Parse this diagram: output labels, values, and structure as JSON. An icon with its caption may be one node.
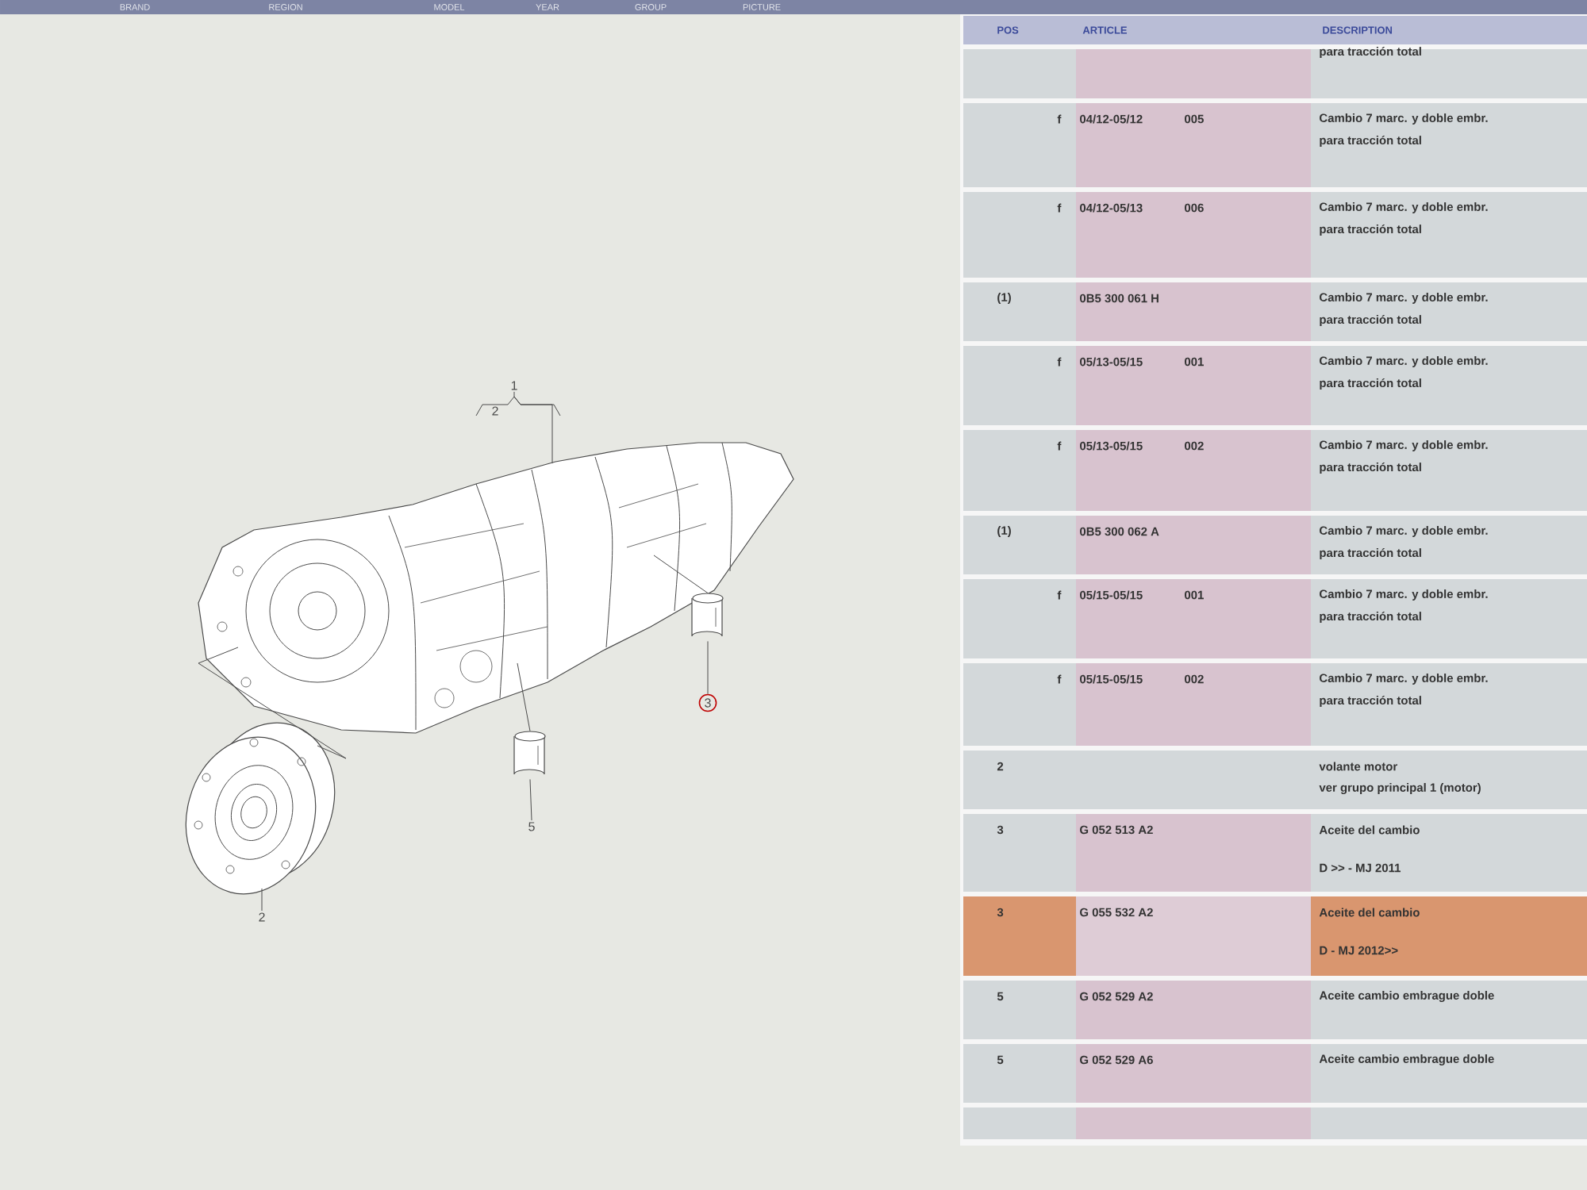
{
  "diagram": {
    "nodes": [
      {
        "text": [],
        "shape": "picture"
      },
      {
        "text": [],
        "shape": "picture"
      },
      {
        "text": [],
        "shape": "cylinder"
      },
      {
        "text": [],
        "shape": "cylinder"
      },
      {
        "text": [
          "1"
        ]
      },
      {
        "text": [
          "3"
        ]
      },
      {
        "text": [
          "5"
        ]
      },
      {
        "text": [
          "2"
        ]
      }
    ],
    "edges": [
      {
        "from": 4,
        "to": 0,
        "arrow": "none"
      },
      {
        "from": 5,
        "to": 2,
        "arrow": "none"
      },
      {
        "from": 2,
        "to": 0,
        "arrow": "none"
      },
      {
        "from": 6,
        "to": 3,
        "arrow": "none"
      },
      {
        "from": 3,
        "to": 0,
        "arrow": "none"
      },
      {
        "from": 7,
        "to": 1,
        "arrow": "none"
      },
      {
        "from": 1,
        "to": 0,
        "arrow": "none"
      }
    ],
    "labels": [
      "BRAND",
      "REGION",
      "MODEL",
      "YEAR",
      "GROUP",
      "PICTURE",
      "2",
      "POS",
      "ARTICLE",
      "DESCRIPTION",
      "para tracción total",
      "f",
      "04/12-05/12",
      "005",
      "Cambio 7 marc. y doble embr.",
      "para tracción total",
      "f",
      "04/12-05/13",
      "006",
      "Cambio 7 marc. y doble embr.",
      "para tracción total",
      "(1)",
      "0B5 300 061 H",
      "Cambio 7 marc. y doble embr.",
      "para tracción total",
      "f",
      "05/13-05/15",
      "001",
      "Cambio 7 marc. y doble embr.",
      "para tracción total",
      "f",
      "05/13-05/15",
      "002",
      "Cambio 7 marc. y doble embr.",
      "para tracción total",
      "(1)",
      "0B5 300 062 A",
      "Cambio 7 marc. y doble embr.",
      "para tracción total",
      "f",
      "05/15-05/15",
      "001",
      "Cambio 7 marc. y doble embr.",
      "para tracción total",
      "f",
      "05/15-05/15",
      "002",
      "Cambio 7 marc. y doble embr.",
      "para tracción total",
      "2",
      "volante motor",
      "ver grupo principal 1 (motor)",
      "3",
      "G 052 513 A2",
      "Aceite del cambio",
      "D >> - MJ 2011",
      "3",
      "G 055 532 A2",
      "Aceite del cambio",
      "D - MJ 2012>>",
      "5",
      "G 052 529 A2",
      "Aceite cambio embrague doble",
      "5",
      "G 052 529 A6",
      "Aceite cambio embrague doble"
    ]
  }
}
